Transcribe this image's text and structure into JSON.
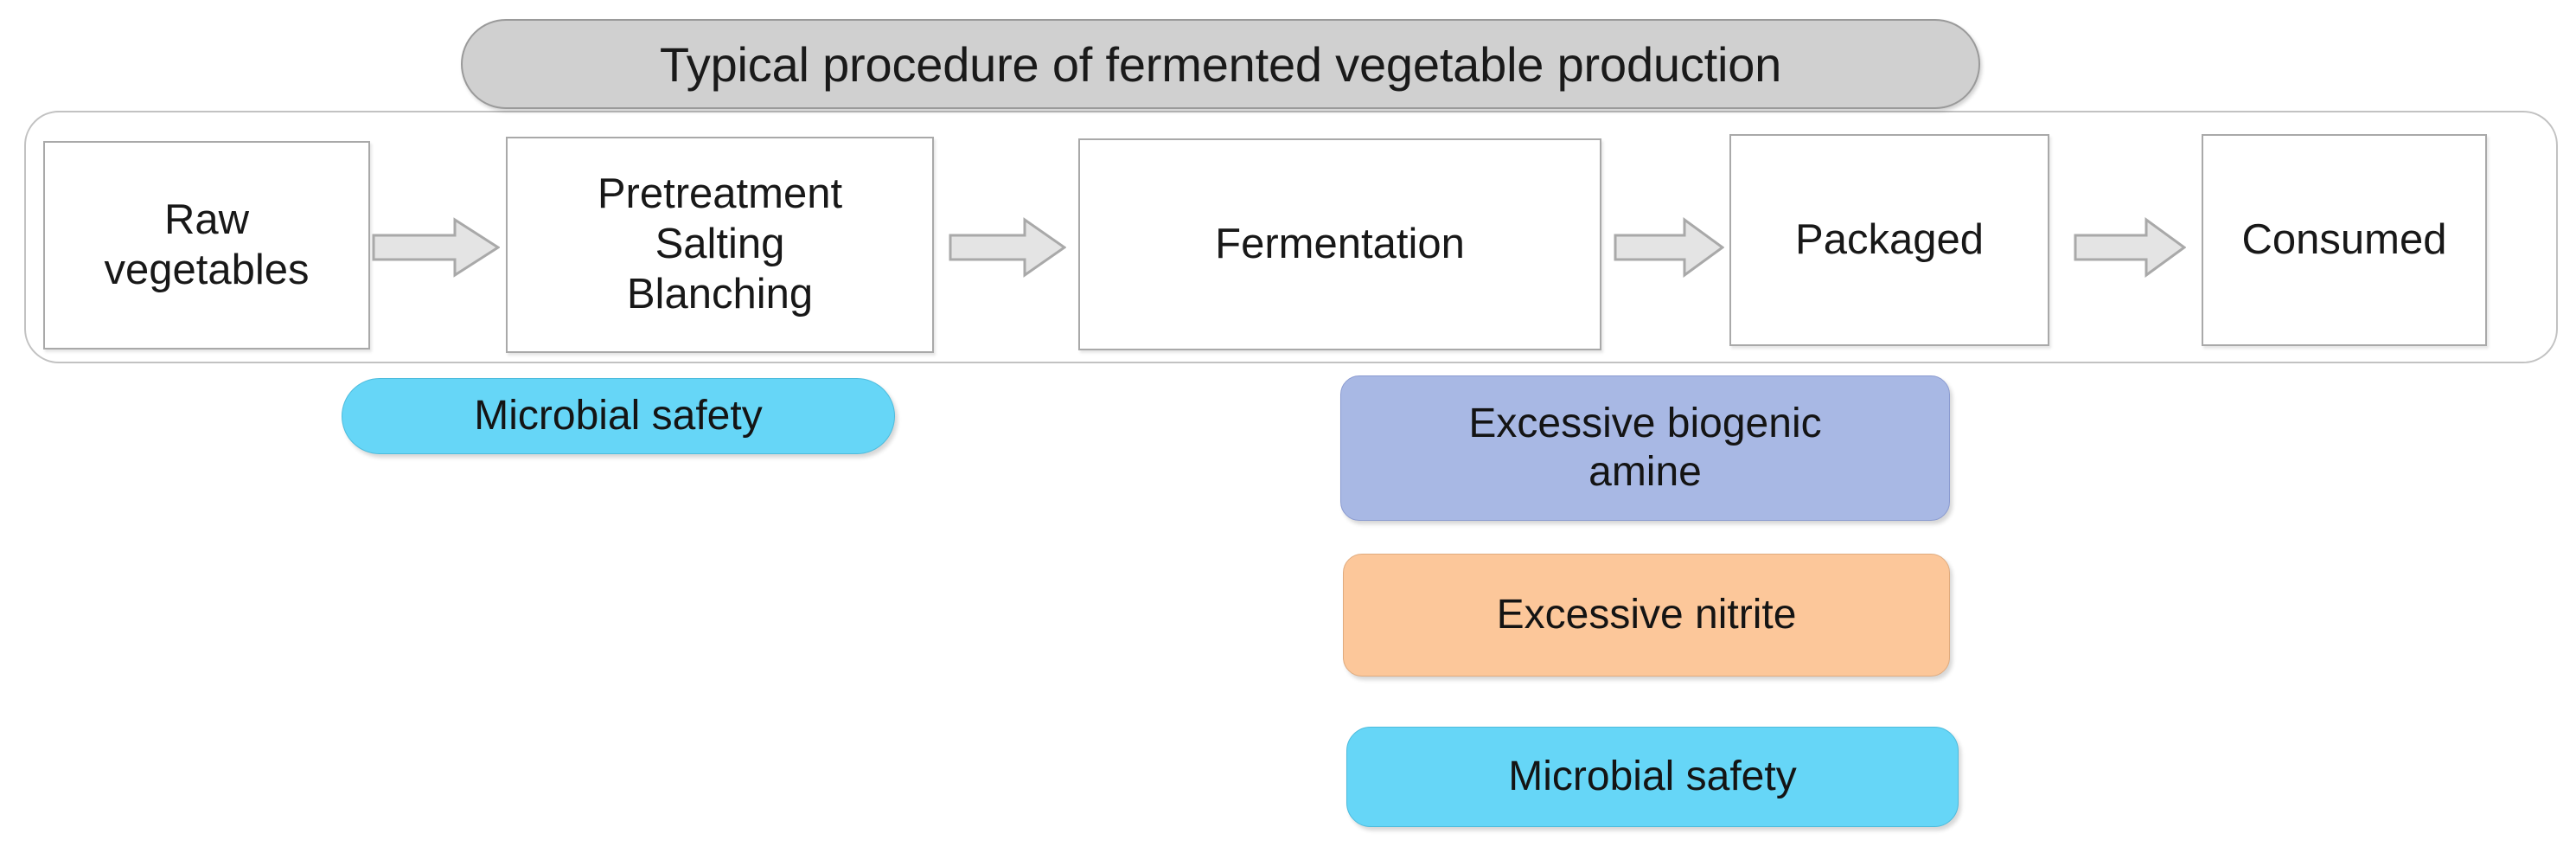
{
  "diagram": {
    "title": "Typical procedure of fermented vegetable production",
    "process_steps": [
      {
        "id": "raw-vegetables",
        "label": "Raw\nvegetables"
      },
      {
        "id": "pretreatment",
        "label": "Pretreatment\nSalting\nBlanching"
      },
      {
        "id": "fermentation",
        "label": "Fermentation"
      },
      {
        "id": "packaged",
        "label": "Packaged"
      },
      {
        "id": "consumed",
        "label": "Consumed"
      }
    ],
    "arrows": [
      {
        "id": "arrow-1",
        "icon": "right-block-arrow-icon",
        "from": "raw-vegetables",
        "to": "pretreatment"
      },
      {
        "id": "arrow-2",
        "icon": "right-block-arrow-icon",
        "from": "pretreatment",
        "to": "fermentation"
      },
      {
        "id": "arrow-3",
        "icon": "right-block-arrow-icon",
        "from": "fermentation",
        "to": "packaged"
      },
      {
        "id": "arrow-4",
        "icon": "right-block-arrow-icon",
        "from": "packaged",
        "to": "consumed"
      }
    ],
    "annotations": [
      {
        "id": "microbial-safety-left",
        "label": "Microbial safety",
        "color": "#66d6f7",
        "attached_to": "pretreatment"
      },
      {
        "id": "excessive-biogenic-amine",
        "label": "Excessive biogenic\namine",
        "color": "#a8b8e4",
        "attached_to": "fermentation"
      },
      {
        "id": "excessive-nitrite",
        "label": "Excessive nitrite",
        "color": "#fcc79a",
        "attached_to": "fermentation"
      },
      {
        "id": "microbial-safety-right",
        "label": "Microbial safety",
        "color": "#66d6f7",
        "attached_to": "fermentation"
      }
    ],
    "colors": {
      "banner_fill": "#d0d0d0",
      "banner_border": "#9a9a9a",
      "box_fill": "#ffffff",
      "box_border": "#a9a9a9",
      "container_border": "#c2c2c2",
      "arrow_fill": "#e4e4e4",
      "arrow_border": "#a9a9a9",
      "cyan": "#66d6f7",
      "periwinkle": "#a8b8e4",
      "orange": "#fcc79a",
      "text": "#181818"
    }
  }
}
